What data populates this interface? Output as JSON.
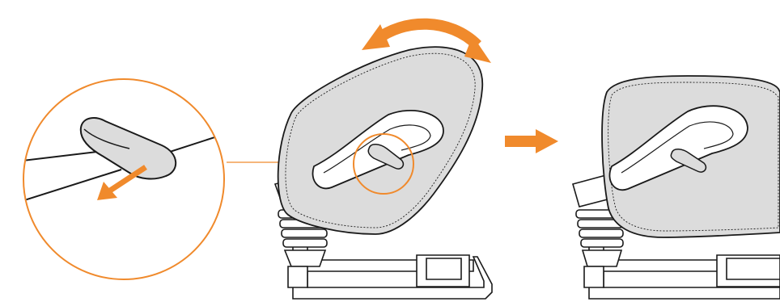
{
  "figure": {
    "steps": [
      "release-lever-detail",
      "rotate-headrest",
      "result"
    ],
    "icons": [
      "pull-direction-arrow-icon",
      "rotation-arrow-icon",
      "next-step-arrow-icon"
    ]
  },
  "colors": {
    "accent": "#F08A2C",
    "headrest_fill": "#DCDCDC",
    "outline": "#1A1A1A",
    "background": "#FFFFFF"
  }
}
